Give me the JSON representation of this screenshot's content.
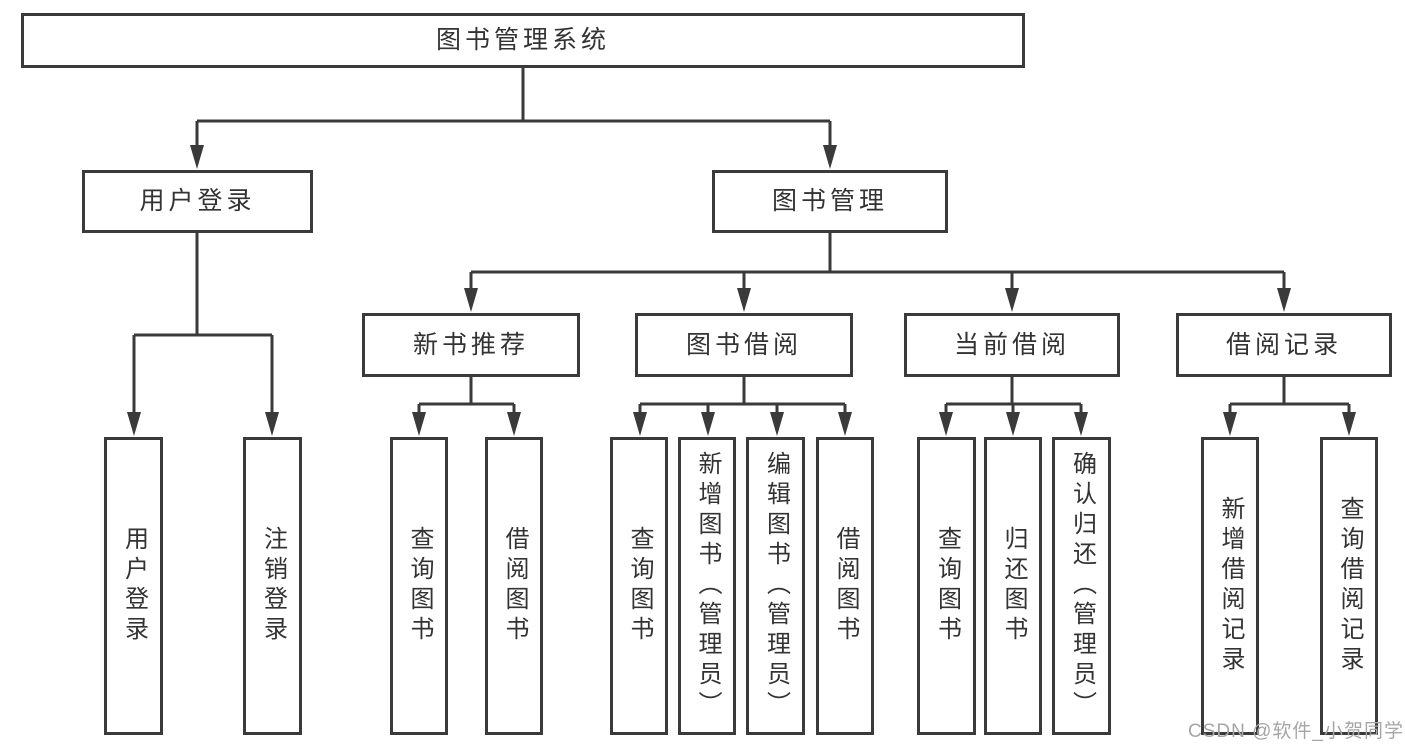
{
  "title": {
    "label": "图书管理系统"
  },
  "branches": {
    "user_login": {
      "label": "用户登录",
      "children": [
        {
          "label": "用户登录"
        },
        {
          "label": "注销登录"
        }
      ]
    },
    "book_mgmt": {
      "label": "图书管理",
      "sections": [
        {
          "label": "新书推荐",
          "children": [
            {
              "label": "查询图书"
            },
            {
              "label": "借阅图书"
            }
          ]
        },
        {
          "label": "图书借阅",
          "children": [
            {
              "label": "查询图书"
            },
            {
              "label": "新增图书（管理员）"
            },
            {
              "label": "编辑图书（管理员）"
            },
            {
              "label": "借阅图书"
            }
          ]
        },
        {
          "label": "当前借阅",
          "children": [
            {
              "label": "查询图书"
            },
            {
              "label": "归还图书"
            },
            {
              "label": "确认归还（管理员）"
            }
          ]
        },
        {
          "label": "借阅记录",
          "children": [
            {
              "label": "新增借阅记录"
            },
            {
              "label": "查询借阅记录"
            }
          ]
        }
      ]
    }
  },
  "watermark": {
    "text": "CSDN @软件_小贺同学"
  },
  "colors": {
    "line": "#3a3a3a",
    "text": "#333333",
    "watermark": "#a6a6a6",
    "background": "#ffffff"
  }
}
